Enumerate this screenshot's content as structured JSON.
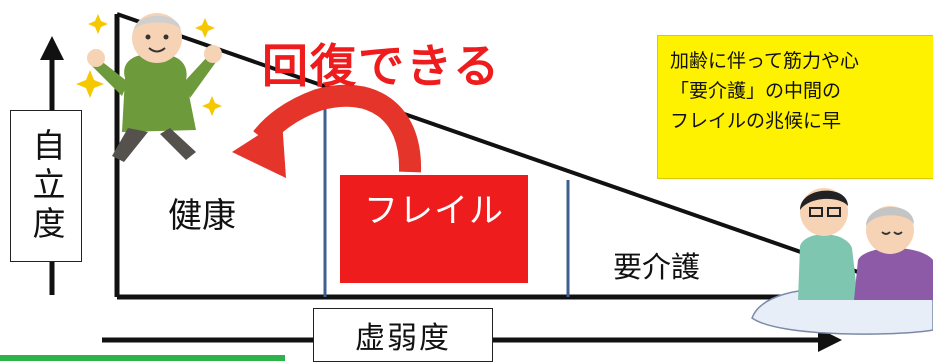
{
  "y_axis_label": "自立度",
  "x_axis_label": "虚弱度",
  "zones": {
    "health": "健康",
    "frailty": "フレイル",
    "care": "要介護"
  },
  "recover_label": "回復できる",
  "note": {
    "line1": "加齢に伴って筋力や心",
    "line2": "「要介護」の中間の",
    "line3": "フレイルの兆候に早"
  },
  "colors": {
    "accent_red": "#ee1c1c",
    "note_yellow": "#fff200",
    "divider_blue": "#3f5f8f"
  },
  "icons": [
    "happy-elderly-man-icon",
    "caregiver-and-elderly-woman-icon",
    "recovery-arrow-icon"
  ]
}
